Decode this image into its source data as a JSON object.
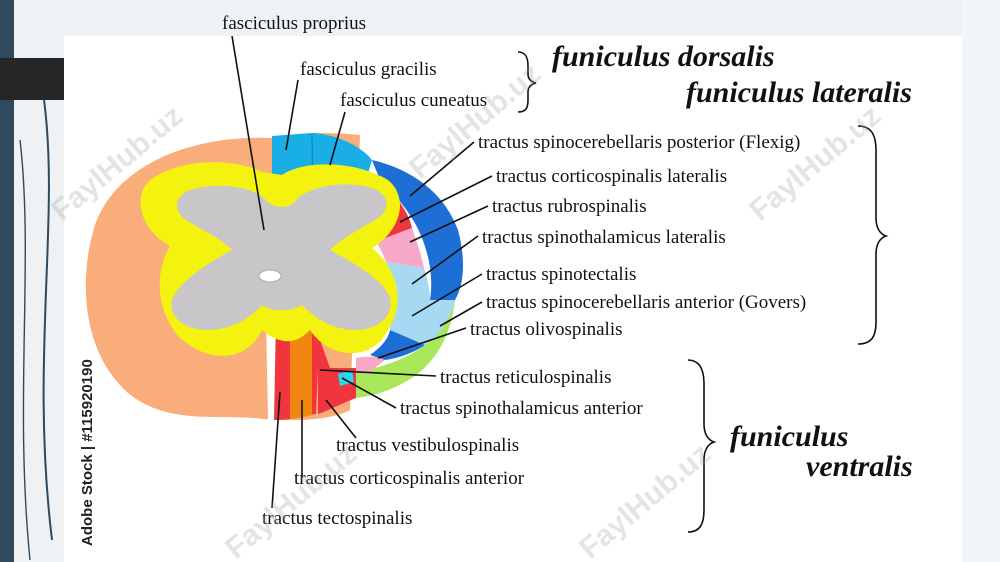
{
  "labels": {
    "fasciculus_proprius": "fasciculus proprius",
    "fasciculus_gracilis": "fasciculus gracilis",
    "fasciculus_cuneatus": "fasciculus cuneatus",
    "spinocerebellaris_posterior": "tractus spinocerebellaris posterior (Flexig)",
    "corticospinalis_lateralis": "tractus corticospinalis lateralis",
    "rubrospinalis": "tractus rubrospinalis",
    "spinothalamicus_lateralis": "tractus spinothalamicus lateralis",
    "spinotectalis": "tractus spinotectalis",
    "spinocerebellaris_anterior": "tractus spinocerebellaris anterior (Govers)",
    "olivospinalis": "tractus olivospinalis",
    "reticulospinalis": "tractus reticulospinalis",
    "spinothalamicus_anterior": "tractus spinothalamicus anterior",
    "vestibulospinalis": "tractus vestibulospinalis",
    "corticospinalis_anterior": "tractus corticospinalis anterior",
    "tectospinalis": "tractus tectospinalis"
  },
  "groups": {
    "dorsalis": "funiculus dorsalis",
    "lateralis": "funiculus lateralis",
    "ventralis_1": "funiculus",
    "ventralis_2": "ventralis"
  },
  "watermarks": {
    "text": "FaylHub.uz",
    "stock": "Adobe Stock | #115920190"
  },
  "colors": {
    "background": "#ffffff",
    "white_matter": "#f8ad7b",
    "gray_matter": "#c9c6c9",
    "proprius": "#f4f20f",
    "dorsal": "#1aaee6",
    "lateral_blue": "#1d6fd6",
    "light_blue": "#a8d9f2",
    "green": "#a8e85a",
    "red": "#f0353f",
    "orange": "#f0850f",
    "pink": "#f7a8c8",
    "cyan": "#28d6ee"
  }
}
